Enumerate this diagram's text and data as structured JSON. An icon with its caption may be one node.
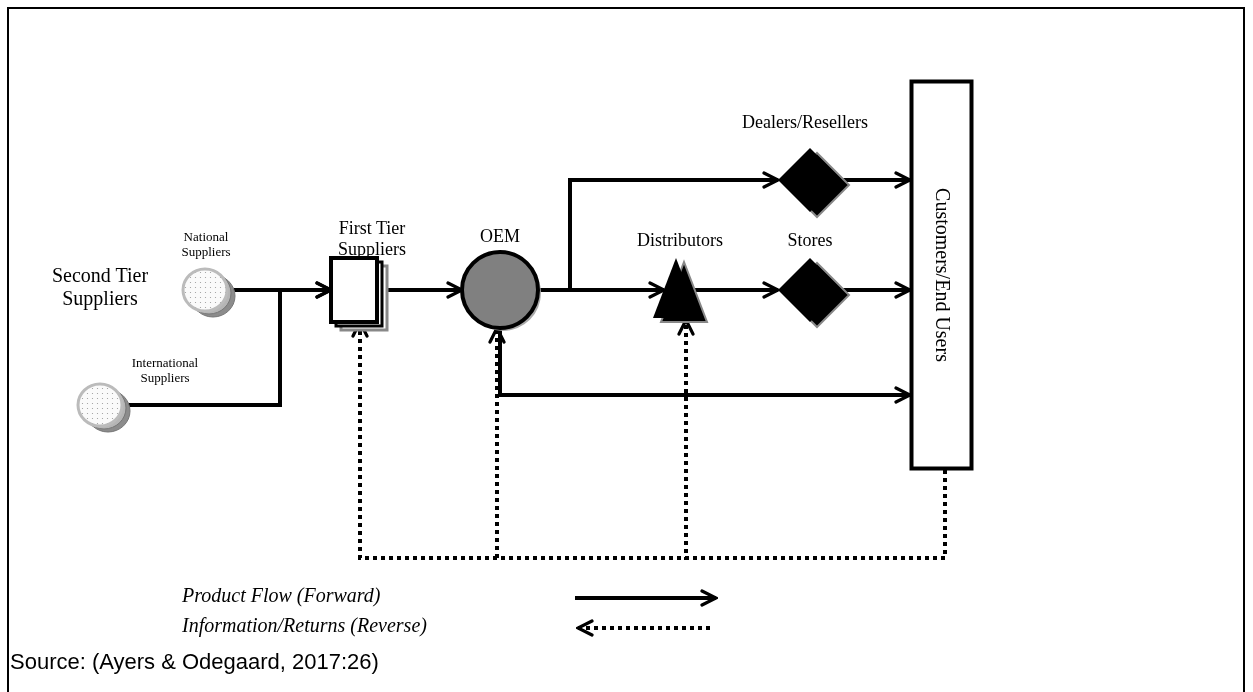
{
  "diagram": {
    "caption": "Source: (Ayers & Odegaard, 2017:26)",
    "nodes": [
      {
        "text": [
          "National Suppliers"
        ]
      },
      {
        "text": [
          "International Suppliers"
        ]
      },
      {
        "text": [
          "First Tier Suppliers"
        ]
      },
      {
        "text": [
          "OEM"
        ]
      },
      {
        "text": [
          "Dealers/Resellers"
        ]
      },
      {
        "text": [
          "Distributors"
        ]
      },
      {
        "text": [
          "Stores"
        ]
      },
      {
        "text": [
          "Customers/End Users"
        ]
      }
    ],
    "edges": [
      {
        "from": 0,
        "to": 2,
        "arrow": "to"
      },
      {
        "from": 1,
        "to": 2,
        "arrow": "to"
      },
      {
        "from": 2,
        "to": 3,
        "arrow": "to"
      },
      {
        "from": 3,
        "to": 4,
        "arrow": "to"
      },
      {
        "from": 3,
        "to": 5,
        "arrow": "to"
      },
      {
        "from": 5,
        "to": 6,
        "arrow": "to"
      },
      {
        "from": 4,
        "to": 7,
        "arrow": "to"
      },
      {
        "from": 6,
        "to": 7,
        "arrow": "to"
      },
      {
        "from": 3,
        "to": 7,
        "arrow": "to"
      },
      {
        "from": 7,
        "to": 2,
        "arrow": "to",
        "style": "dashed"
      },
      {
        "from": 7,
        "to": 3,
        "arrow": "to",
        "style": "dashed"
      },
      {
        "from": 7,
        "to": 5,
        "arrow": "to",
        "style": "dashed"
      }
    ],
    "labels": [
      "Second Tier Suppliers"
    ],
    "legend": [
      {
        "text": "Product Flow (Forward)"
      },
      {
        "text": "Information/Returns (Reverse)"
      }
    ]
  }
}
